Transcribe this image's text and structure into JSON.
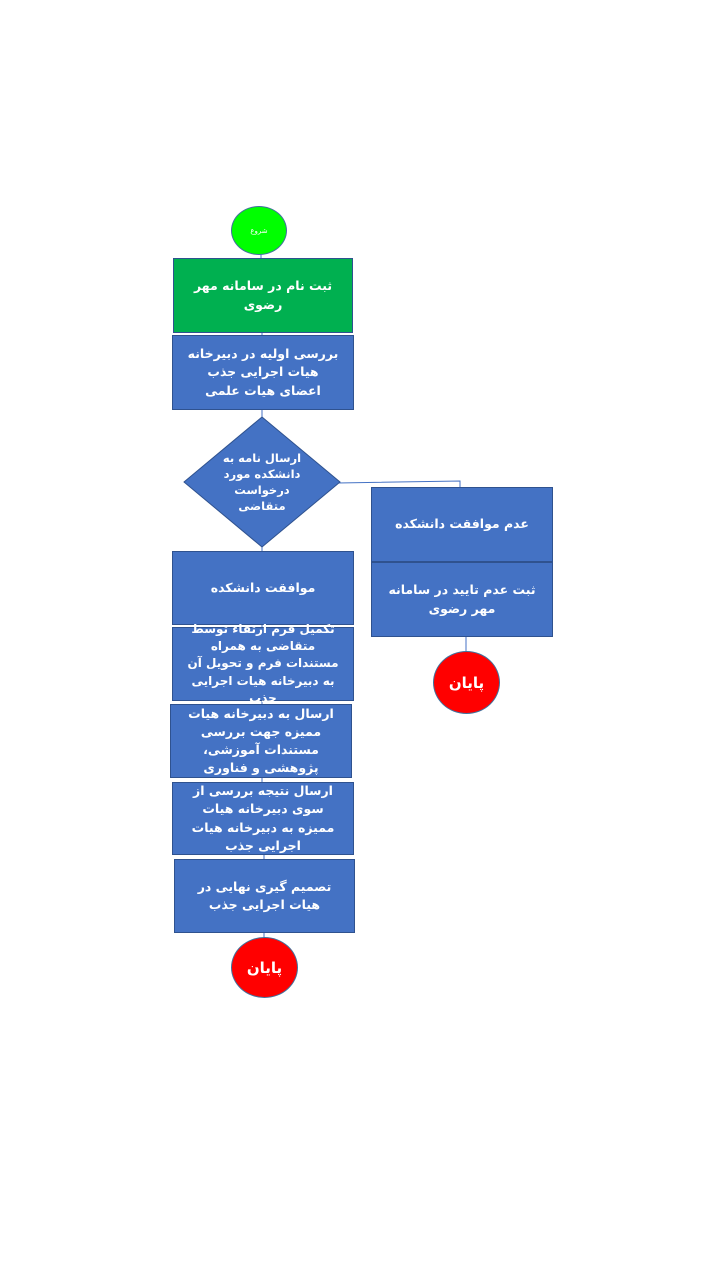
{
  "colors": {
    "process": "#4472c4",
    "process_border": "#2f528f",
    "highlight": "#00b050",
    "start": "#00ff00",
    "end": "#ff0000",
    "connector": "#4472c4"
  },
  "nodes": {
    "start": "شروع",
    "register": "ثبت نام در سامانه مهر رضوی",
    "initial_review": "بررسی اولیه در دبیرخانه هیات اجرایی جذب اعضای هیات علمی",
    "decision": "ارسال نامه به دانشکده مورد درخواست متقاضی",
    "approved": "موافقت دانشکده",
    "complete_form": "تکمیل فرم ارتقاء توسط متقاضی به همراه مستندات فرم و تحویل آن به دبیرخانه هیات اجرایی جذب",
    "send_board": "ارسال به دبیرخانه هیات ممیزه جهت بررسی مستندات آموزشی، پژوهشی و فناوری",
    "send_result": "ارسال نتیجه بررسی از سوی دبیرخانه هیات ممیزه به دبیرخانه هیات اجرایی جذب",
    "final_decision": "تصمیم گیری نهایی در هیات اجرایی جذب",
    "end_main": "پایان",
    "rejected": "عدم موافقت دانشکده",
    "record_rejection": "ثبت عدم تایید در سامانه مهر رضوی",
    "end_side": "پایان"
  }
}
